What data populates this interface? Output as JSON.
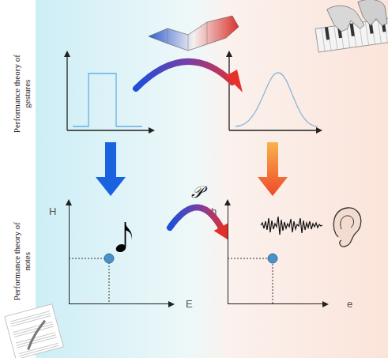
{
  "diagram": {
    "nodes": [
      {
        "text": [
          "H",
          "E"
        ]
      },
      {
        "text": [
          "h",
          "e"
        ]
      }
    ],
    "edges": [
      {
        "from": 0,
        "to": 1,
        "arrow": "to",
        "label": "𝒫"
      }
    ],
    "labels": [
      "Performance theory of gestures",
      "Performance theory of notes"
    ]
  }
}
